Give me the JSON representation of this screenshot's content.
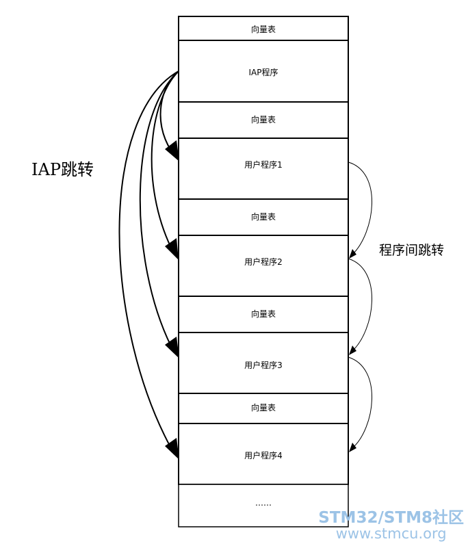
{
  "memory_blocks": [
    {
      "label": "向量表"
    },
    {
      "label": "IAP程序"
    },
    {
      "label": "向量表"
    },
    {
      "label": "用户程序1"
    },
    {
      "label": "向量表"
    },
    {
      "label": "用户程序2"
    },
    {
      "label": "向量表"
    },
    {
      "label": "用户程序3"
    },
    {
      "label": "向量表"
    },
    {
      "label": "用户程序4"
    },
    {
      "label": "……"
    }
  ],
  "labels": {
    "iap_jump": "IAP跳转",
    "inter_program_jump": "程序间跳转"
  },
  "watermark": {
    "line1": "STM32/STM8社区",
    "line2": "www.stmcu.org",
    "color": "#9cc3e6"
  }
}
